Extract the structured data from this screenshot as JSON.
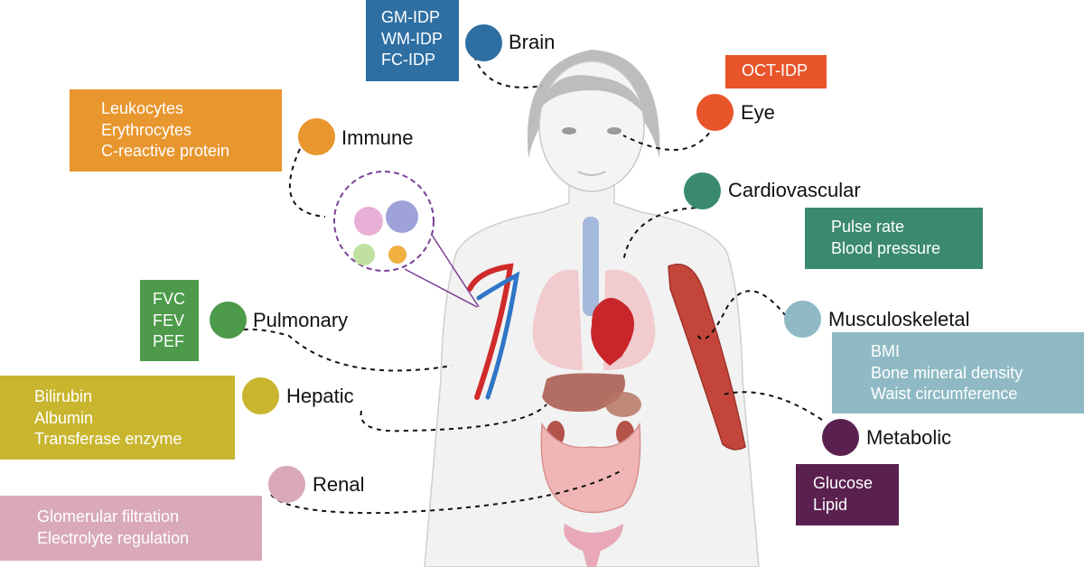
{
  "systems": {
    "brain": {
      "label": "Brain",
      "color": "#2e6fa3",
      "items": [
        "GM-IDP",
        "WM-IDP",
        "FC-IDP"
      ]
    },
    "eye": {
      "label": "Eye",
      "color": "#e8552a",
      "items": [
        "OCT-IDP"
      ]
    },
    "immune": {
      "label": "Immune",
      "color": "#e8962e",
      "items": [
        "Leukocytes",
        "Erythrocytes",
        "C-reactive protein"
      ]
    },
    "cardio": {
      "label": "Cardiovascular",
      "color": "#3b8a6e",
      "items": [
        "Pulse rate",
        "Blood pressure"
      ]
    },
    "pulmonary": {
      "label": "Pulmonary",
      "color": "#4c9a4a",
      "items": [
        "FVC",
        "FEV",
        "PEF"
      ]
    },
    "musculo": {
      "label": "Musculoskeletal",
      "color": "#8fbac5",
      "items": [
        "BMI",
        "Bone mineral density",
        "Waist circumference"
      ]
    },
    "hepatic": {
      "label": "Hepatic",
      "color": "#c9b52e",
      "items": [
        "Bilirubin",
        "Albumin",
        "Transferase enzyme"
      ]
    },
    "metabolic": {
      "label": "Metabolic",
      "color": "#5a2150",
      "items": [
        "Glucose",
        "Lipid"
      ]
    },
    "renal": {
      "label": "Renal",
      "color": "#d9a9b8",
      "items": [
        "Glomerular filtration",
        "Electrolyte regulation"
      ]
    }
  }
}
